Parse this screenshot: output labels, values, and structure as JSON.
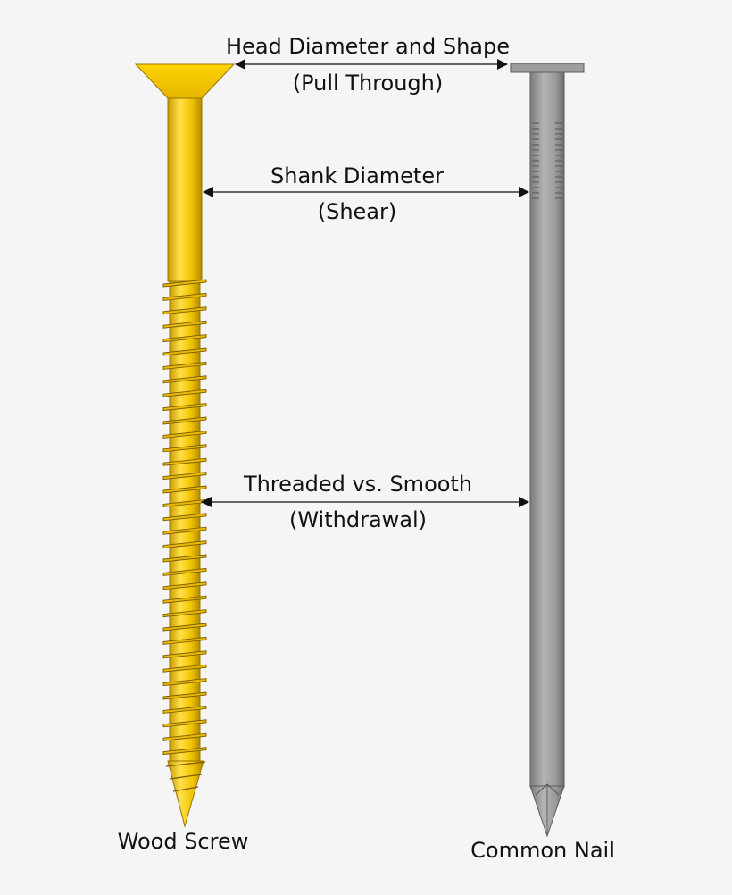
{
  "fasteners": {
    "screw_label": "Wood Screw",
    "nail_label": "Common Nail"
  },
  "annotations": {
    "head": {
      "line1": "Head Diameter and Shape",
      "line2": "(Pull Through)"
    },
    "shank": {
      "line1": "Shank Diameter",
      "line2": "(Shear)"
    },
    "thread": {
      "line1": "Threaded vs. Smooth",
      "line2": "(Withdrawal)"
    }
  },
  "colors": {
    "background": "#f5f5f5",
    "screw": "#f2c500",
    "screw_dark": "#b08800",
    "nail": "#a0a0a0",
    "nail_dark": "#6a6a6a"
  }
}
